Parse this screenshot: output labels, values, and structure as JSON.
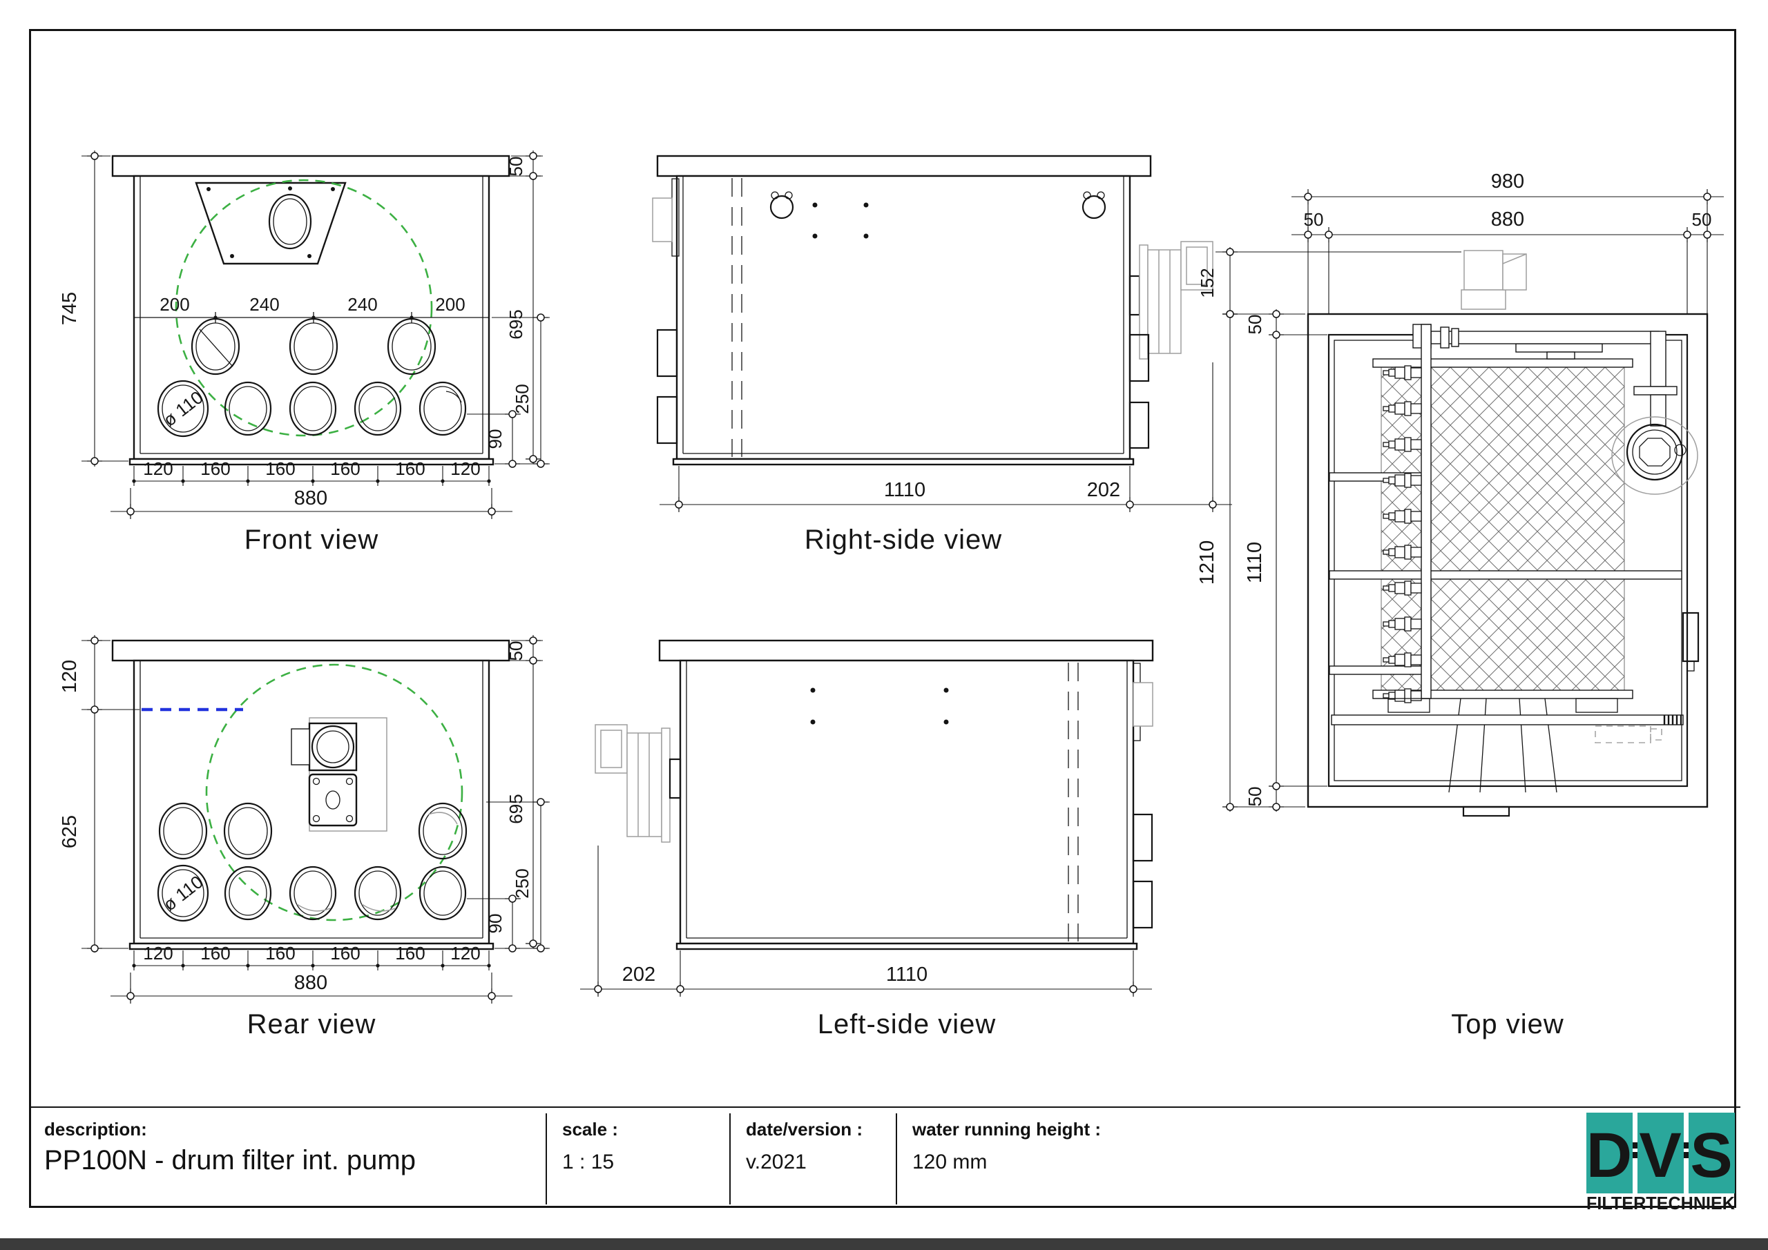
{
  "colors": {
    "teal": "#2aa79b",
    "drum_circle_green": "#3cb043",
    "water_line_blue": "#2233dd",
    "hidden_part_gray": "#9e9e9e",
    "footer_bar": "#3b3b3b"
  },
  "views": {
    "front": {
      "title": "Front view",
      "dim_total_height": "745",
      "dim_lid": "50",
      "dim_body": "695",
      "dim_250": "250",
      "dim_90": "90",
      "dim_width": "880",
      "pipe_label": "ø 110",
      "top_spacing": [
        "200",
        "240",
        "240",
        "200"
      ],
      "bottom_spacing": [
        "120",
        "160",
        "160",
        "160",
        "160",
        "120"
      ]
    },
    "rear": {
      "title": "Rear view",
      "dim_water": "120",
      "dim_625": "625",
      "dim_lid": "50",
      "dim_body": "695",
      "dim_250": "250",
      "dim_90": "90",
      "dim_width": "880",
      "pipe_label": "ø 110",
      "bottom_spacing": [
        "120",
        "160",
        "160",
        "160",
        "160",
        "120"
      ]
    },
    "right": {
      "title": "Right-side view",
      "dim_length": "1110",
      "dim_motor": "202",
      "dim_152": "152"
    },
    "left": {
      "title": "Left-side view",
      "dim_motor": "202",
      "dim_length": "1110"
    },
    "top": {
      "title": "Top view",
      "dim_980": "980",
      "dim_50a": "50",
      "dim_880": "880",
      "dim_50b": "50",
      "dim_1210": "1210",
      "dim_50c": "50",
      "dim_1110": "1110",
      "dim_50d": "50"
    }
  },
  "title_block": {
    "description_label": "description:",
    "description_value": "PP100N - drum filter int. pump",
    "scale_label": "scale :",
    "scale_value": "1 : 15",
    "date_label": "date/version :",
    "date_value": "v.2021",
    "water_label": "water running height :",
    "water_value": "120 mm"
  },
  "logo": {
    "letters": [
      "D",
      "V",
      "S"
    ],
    "subtitle": "FILTERTECHNIEK"
  }
}
